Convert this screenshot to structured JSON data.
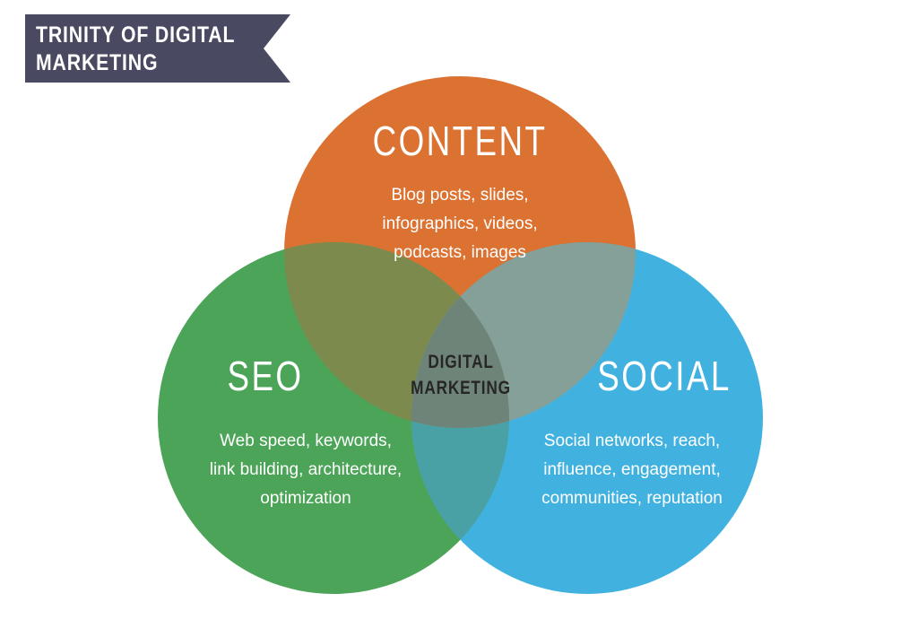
{
  "banner": {
    "lines": [
      "TRINITY OF DIGITAL",
      "MARKETING"
    ],
    "bg_color": "#4a4962"
  },
  "diagram": {
    "circles": [
      {
        "id": "content",
        "title": "CONTENT",
        "lines": [
          "Blog posts, slides,",
          "infographics, videos,",
          "podcasts, images"
        ],
        "color": "#dc7232"
      },
      {
        "id": "seo",
        "title": "SEO",
        "lines": [
          "Web speed, keywords,",
          "link building, architecture,",
          "optimization"
        ],
        "color": "#4ba457"
      },
      {
        "id": "social",
        "title": "SOCIAL",
        "lines": [
          "Social networks, reach,",
          "influence, engagement,",
          "communities, reputation"
        ],
        "color": "#41b2e0"
      }
    ],
    "overlaps": {
      "content_seo": "#7c8b4d",
      "content_social": "#85a098",
      "seo_social": "#4aa1a5",
      "center": "#6f8478"
    },
    "center_label": {
      "lines": [
        "DIGITAL",
        "MARKETING"
      ]
    }
  }
}
